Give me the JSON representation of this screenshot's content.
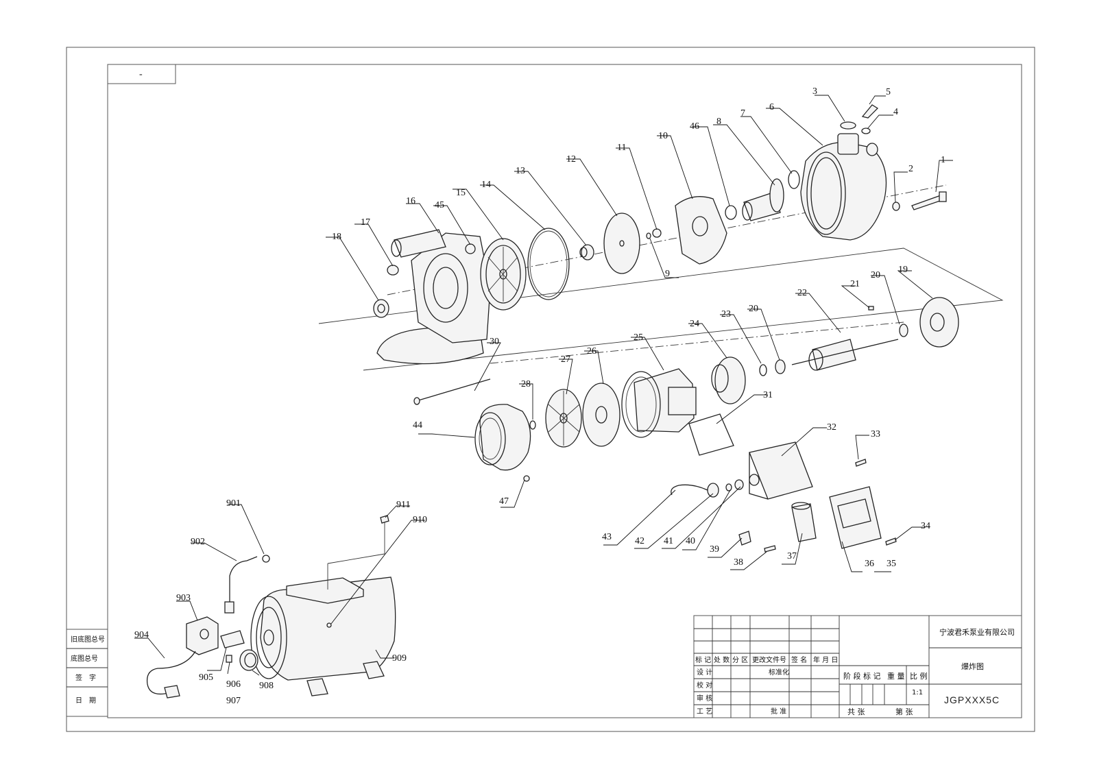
{
  "drawing": {
    "corner_tag": "-",
    "part_labels": [
      {
        "id": "1",
        "text": "1"
      },
      {
        "id": "2",
        "text": "2"
      },
      {
        "id": "3",
        "text": "3"
      },
      {
        "id": "4",
        "text": "4"
      },
      {
        "id": "5",
        "text": "5"
      },
      {
        "id": "6",
        "text": "6"
      },
      {
        "id": "7",
        "text": "7"
      },
      {
        "id": "8",
        "text": "8"
      },
      {
        "id": "9",
        "text": "9"
      },
      {
        "id": "10",
        "text": "10"
      },
      {
        "id": "11",
        "text": "11"
      },
      {
        "id": "12",
        "text": "12"
      },
      {
        "id": "13",
        "text": "13"
      },
      {
        "id": "14",
        "text": "14"
      },
      {
        "id": "15",
        "text": "15"
      },
      {
        "id": "16",
        "text": "16"
      },
      {
        "id": "17",
        "text": "17"
      },
      {
        "id": "18",
        "text": "18"
      },
      {
        "id": "19",
        "text": "19"
      },
      {
        "id": "20a",
        "text": "20"
      },
      {
        "id": "20b",
        "text": "20"
      },
      {
        "id": "21",
        "text": "21"
      },
      {
        "id": "22",
        "text": "22"
      },
      {
        "id": "23",
        "text": "23"
      },
      {
        "id": "24",
        "text": "24"
      },
      {
        "id": "25",
        "text": "25"
      },
      {
        "id": "26",
        "text": "26"
      },
      {
        "id": "27",
        "text": "27"
      },
      {
        "id": "28",
        "text": "28"
      },
      {
        "id": "30",
        "text": "30"
      },
      {
        "id": "31",
        "text": "31"
      },
      {
        "id": "32",
        "text": "32"
      },
      {
        "id": "33",
        "text": "33"
      },
      {
        "id": "34",
        "text": "34"
      },
      {
        "id": "35",
        "text": "35"
      },
      {
        "id": "36",
        "text": "36"
      },
      {
        "id": "37",
        "text": "37"
      },
      {
        "id": "38",
        "text": "38"
      },
      {
        "id": "39",
        "text": "39"
      },
      {
        "id": "40",
        "text": "40"
      },
      {
        "id": "41",
        "text": "41"
      },
      {
        "id": "42",
        "text": "42"
      },
      {
        "id": "43",
        "text": "43"
      },
      {
        "id": "44",
        "text": "44"
      },
      {
        "id": "45",
        "text": "45"
      },
      {
        "id": "46",
        "text": "46"
      },
      {
        "id": "47",
        "text": "47"
      },
      {
        "id": "901",
        "text": "901"
      },
      {
        "id": "902",
        "text": "902"
      },
      {
        "id": "903",
        "text": "903"
      },
      {
        "id": "904",
        "text": "904"
      },
      {
        "id": "905",
        "text": "905"
      },
      {
        "id": "906",
        "text": "906"
      },
      {
        "id": "907",
        "text": "907"
      },
      {
        "id": "908",
        "text": "908"
      },
      {
        "id": "909",
        "text": "909"
      },
      {
        "id": "910",
        "text": "910"
      },
      {
        "id": "911",
        "text": "911"
      }
    ]
  },
  "side_table": {
    "rows": [
      "旧底图总号",
      "底图总号",
      "签　字",
      "日　期"
    ]
  },
  "title_block": {
    "company": "宁波君禾泵业有限公司",
    "drawing_name": "爆炸图",
    "drawing_code": "JGPXXX5C",
    "scale": "1:1",
    "header_cols": [
      "标 记",
      "处 数",
      "分 区",
      "更改文件号",
      "签 名",
      "年 月 日"
    ],
    "row_labels": [
      "设 计",
      "校 对",
      "审 核",
      "工 艺"
    ],
    "standardize": "标准化",
    "approve": "批 准",
    "stage_cols": [
      "阶 段 标 记",
      "重 量",
      "比 例"
    ],
    "sheet_total": "共 张",
    "sheet_num": "第 张"
  }
}
